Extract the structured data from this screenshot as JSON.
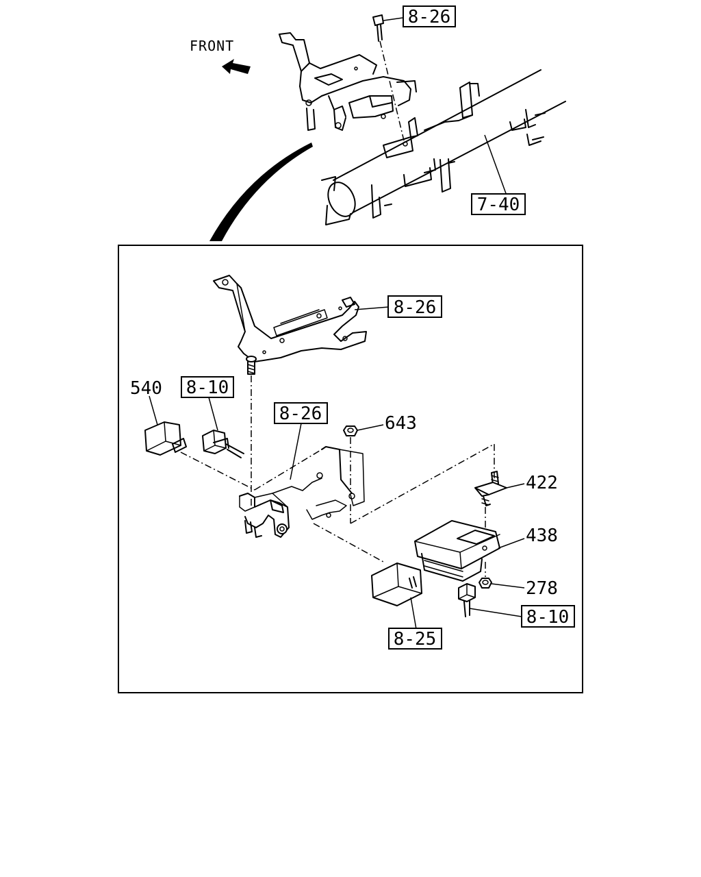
{
  "diagram": {
    "direction_label": "FRONT",
    "callouts": {
      "part_540": "540",
      "part_643": "643",
      "part_422": "422",
      "part_438": "438",
      "part_278": "278"
    },
    "references": {
      "ref_top_bolt": "8-26",
      "ref_crossmember": "7-40",
      "ref_upper_bracket": "8-26",
      "ref_connector_left": "8-10",
      "ref_lower_bracket": "8-26",
      "ref_connector_right": "8-10",
      "ref_module_block": "8-25"
    }
  }
}
